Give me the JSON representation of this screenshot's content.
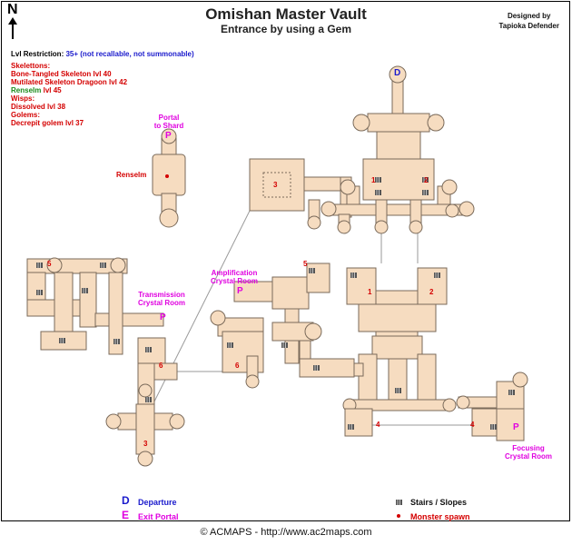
{
  "header": {
    "compass_letter": "N",
    "title": "Omishan Master Vault",
    "subtitle": "Entrance by using a Gem",
    "author_line1": "Designed by",
    "author_line2": "Tapioka Defender"
  },
  "info": {
    "restriction_label": "Lvl Restriction:",
    "restriction_value": "35+ (not recallable, not summonable)",
    "skeletons_heading": "Skelettons:",
    "skeleton_1": "Bone-Tangled Skeleton lvl 40",
    "skeleton_2": "Mutilated Skeleton Dragoon lvl 42",
    "renselm_name": "Renselm",
    "renselm_level": "lvl 45",
    "wisps_heading": "Wisps:",
    "wisp_1": "Dissolved lvl 38",
    "golems_heading": "Golems:",
    "golem_1": "Decrepit golem lvl 37"
  },
  "map_labels": {
    "portal_to_shard_1": "Portal",
    "portal_to_shard_2": "to Shard",
    "renselm": "Renselm",
    "transmission_1": "Transmission",
    "transmission_2": "Crystal Room",
    "amplification_1": "Amplification",
    "amplification_2": "Crystal Room",
    "focusing_1": "Focusing",
    "focusing_2": "Crystal Room",
    "departure_marker": "D",
    "portal_marker": "P",
    "num_1": "1",
    "num_2": "2",
    "num_3": "3",
    "num_4": "4",
    "num_5": "5",
    "num_6": "6"
  },
  "legend": {
    "d_letter": "D",
    "d_text": "Departure",
    "e_letter": "E",
    "e_text": "Exit Portal",
    "stairs_text": "Stairs / Slopes",
    "spawn_text": "Monster spawn"
  },
  "copyright": "© ACMAPS - http://www.ac2maps.com",
  "colors": {
    "room_fill": "#f6dcc0",
    "room_stroke": "#7a6a5a",
    "magenta": "#e000e0",
    "blue": "#1a1acc",
    "red": "#d40000",
    "green": "#1a8a1a"
  }
}
